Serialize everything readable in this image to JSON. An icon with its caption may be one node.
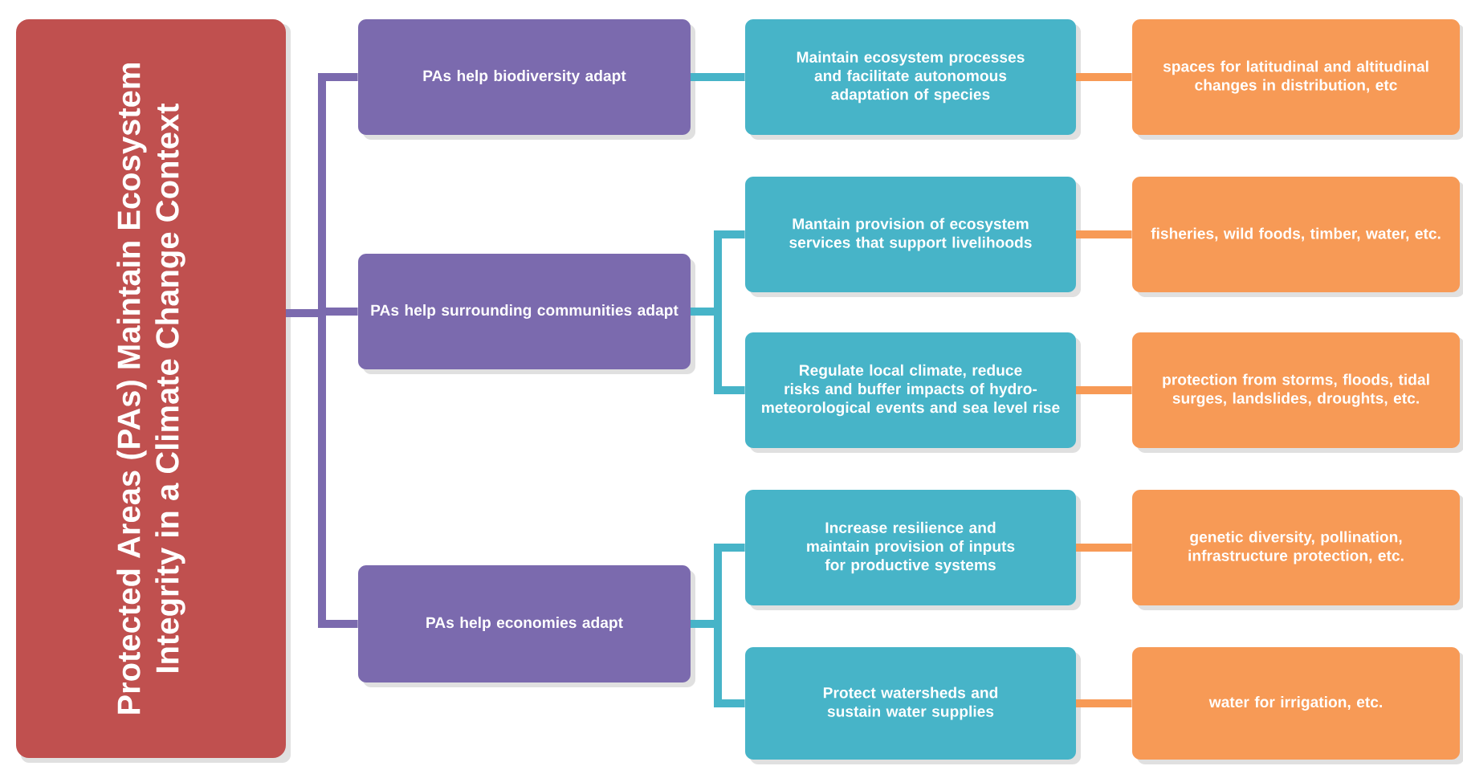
{
  "diagram": {
    "nodes": [
      {
        "text": [
          "Protected Areas (PAs) Maintain Ecosystem Integrity in a Climate Change Context"
        ]
      },
      {
        "text": [
          "PAs help biodiversity adapt"
        ]
      },
      {
        "text": [
          "PAs  help surrounding communities adapt"
        ]
      },
      {
        "text": [
          "PAs help economies adapt"
        ]
      },
      {
        "text": [
          "Maintain ecosystem processes and facilitate autonomous adaptation of species"
        ]
      },
      {
        "text": [
          "spaces for latitudinal and altitudinal changes in distribution, etc"
        ]
      },
      {
        "text": [
          "Mantain provision of ecosystem services that support livelihoods"
        ]
      },
      {
        "text": [
          "fisheries, wild foods, timber, water, etc."
        ]
      },
      {
        "text": [
          "Regulate local climate, reduce risks and buffer impacts of hydro-meteorological events and sea level rise"
        ]
      },
      {
        "text": [
          "protection from storms, floods, tidal surges, landslides, droughts, etc."
        ]
      },
      {
        "text": [
          "Increase resilience and maintain provision of inputs for productive systems"
        ]
      },
      {
        "text": [
          "genetic diversity, pollination, infrastructure protection, etc."
        ]
      },
      {
        "text": [
          "Protect watersheds and sustain water supplies"
        ]
      },
      {
        "text": [
          "water for irrigation, etc."
        ]
      }
    ],
    "edges": [
      {
        "from": 0,
        "to": 1,
        "arrow": "none",
        "color": "#7b6aae"
      },
      {
        "from": 0,
        "to": 2,
        "arrow": "none",
        "color": "#7b6aae"
      },
      {
        "from": 0,
        "to": 3,
        "arrow": "none",
        "color": "#7b6aae"
      },
      {
        "from": 1,
        "to": 4,
        "arrow": "none",
        "color": "#47b4c8"
      },
      {
        "from": 2,
        "to": 6,
        "arrow": "none",
        "color": "#47b4c8"
      },
      {
        "from": 2,
        "to": 8,
        "arrow": "none",
        "color": "#47b4c8"
      },
      {
        "from": 3,
        "to": 10,
        "arrow": "none",
        "color": "#47b4c8"
      },
      {
        "from": 3,
        "to": 12,
        "arrow": "none",
        "color": "#47b4c8"
      },
      {
        "from": 4,
        "to": 5,
        "arrow": "none",
        "color": "#f79a56"
      },
      {
        "from": 6,
        "to": 7,
        "arrow": "none",
        "color": "#f79a56"
      },
      {
        "from": 8,
        "to": 9,
        "arrow": "none",
        "color": "#f79a56"
      },
      {
        "from": 10,
        "to": 11,
        "arrow": "none",
        "color": "#f79a56"
      },
      {
        "from": 12,
        "to": 13,
        "arrow": "none",
        "color": "#f79a56"
      }
    ]
  }
}
